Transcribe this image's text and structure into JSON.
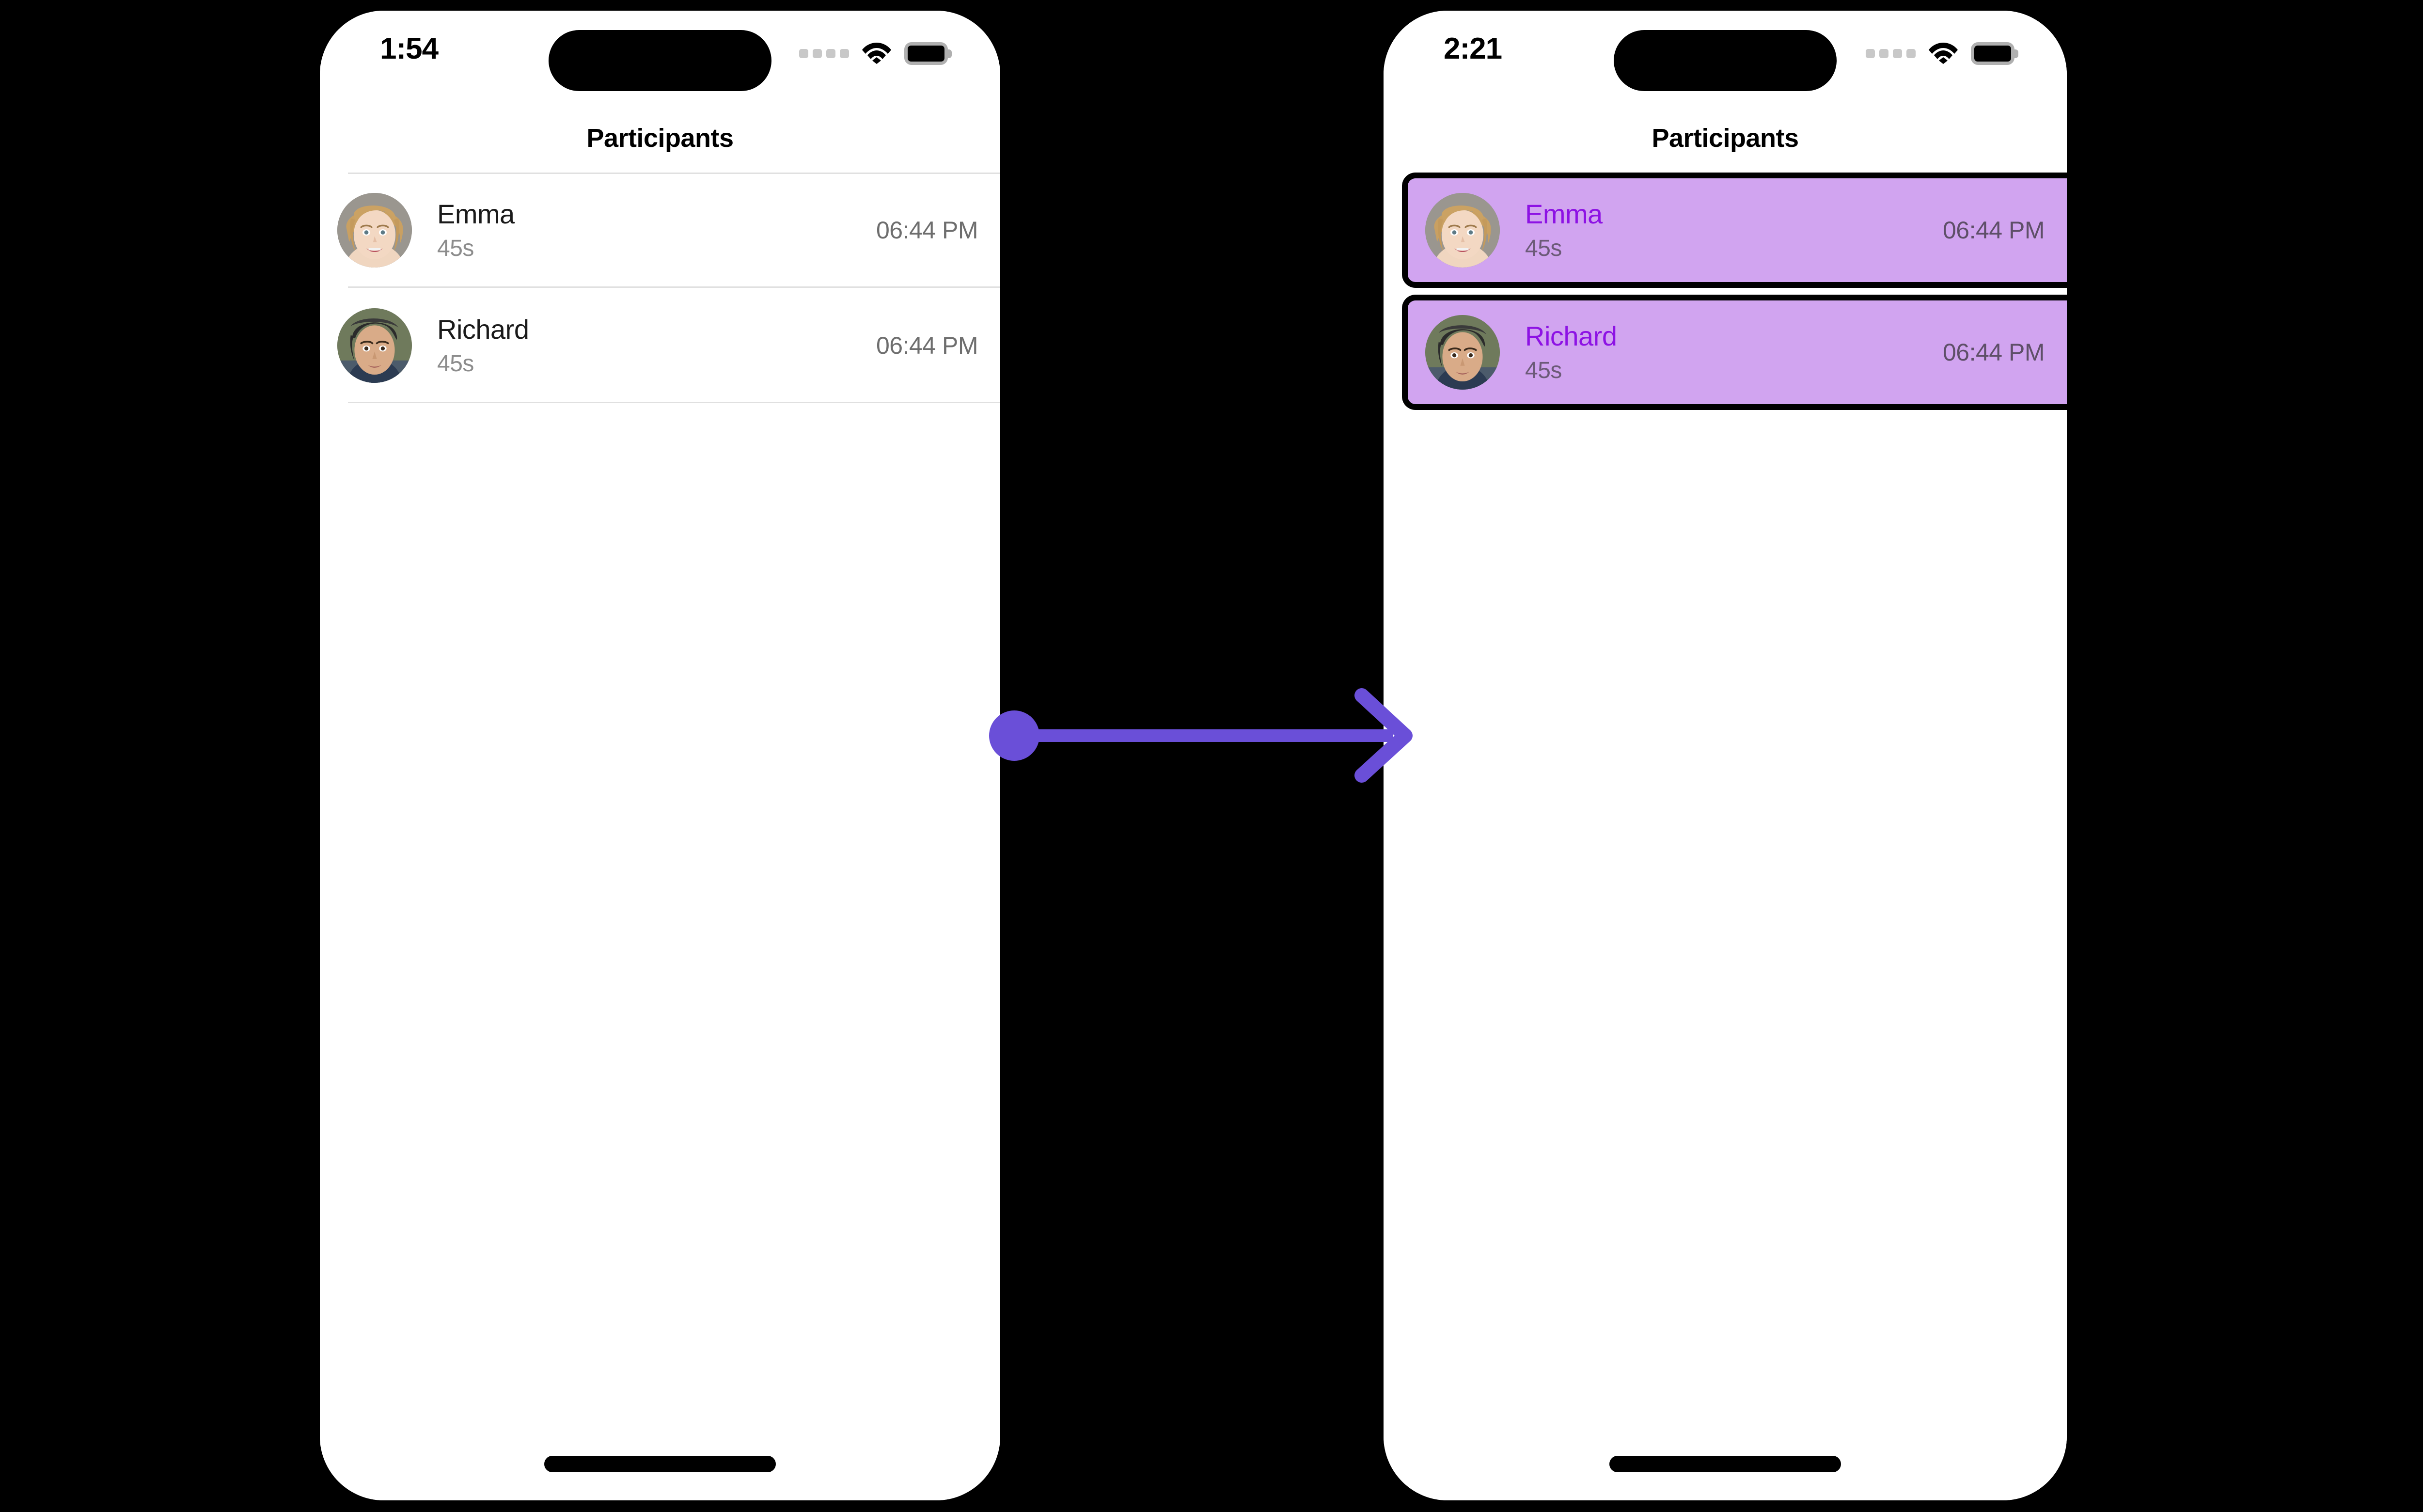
{
  "theme": {
    "background": "#000000",
    "screen_bg": "#ffffff",
    "accent_arrow": "#6A4FD8",
    "highlight_bg": "#d1a4f0",
    "highlight_border": "#000000",
    "highlight_name_color": "#8d12e4",
    "name_color": "#1a1a1a",
    "subtitle_color": "#8c8c8c",
    "timestamp_color": "#6e6e6e",
    "separator_color": "#e0e0e0"
  },
  "phones": [
    {
      "id": "before",
      "status_bar": {
        "time": "1:54",
        "signal_icon": "signal-dots-icon",
        "wifi_icon": "wifi-icon",
        "battery_icon": "battery-icon"
      },
      "nav": {
        "title": "Participants"
      },
      "list": {
        "selected": false,
        "rows": [
          {
            "name": "Emma",
            "subtitle": "45s",
            "timestamp": "06:44 PM",
            "avatar_icon": "avatar-emma-icon"
          },
          {
            "name": "Richard",
            "subtitle": "45s",
            "timestamp": "06:44 PM",
            "avatar_icon": "avatar-richard-icon"
          }
        ]
      },
      "home_indicator": "home-indicator"
    },
    {
      "id": "after",
      "status_bar": {
        "time": "2:21",
        "signal_icon": "signal-dots-icon",
        "wifi_icon": "wifi-icon",
        "battery_icon": "battery-icon"
      },
      "nav": {
        "title": "Participants"
      },
      "list": {
        "selected": true,
        "rows": [
          {
            "name": "Emma",
            "subtitle": "45s",
            "timestamp": "06:44 PM",
            "avatar_icon": "avatar-emma-icon"
          },
          {
            "name": "Richard",
            "subtitle": "45s",
            "timestamp": "06:44 PM",
            "avatar_icon": "avatar-richard-icon"
          }
        ]
      },
      "home_indicator": "home-indicator"
    }
  ],
  "annotation": {
    "type": "arrow",
    "icon": "arrow-right-icon",
    "color": "#6A4FD8",
    "from_marker": "circle-dot",
    "to_marker": "arrow-head"
  }
}
